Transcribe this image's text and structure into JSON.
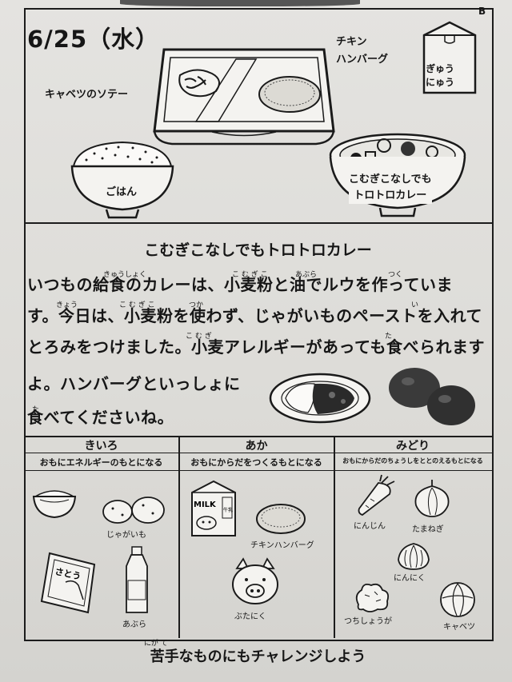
{
  "corner_letter": "B",
  "date": "6/25（水）",
  "menu": {
    "side_dish": "キャベツのソテー",
    "main_dish": "チキン\nハンバーグ",
    "milk": "ぎゅう\nにゅう",
    "rice": "ごはん",
    "curry": "こむぎこなしでも\nトロトロカレー"
  },
  "feature": {
    "title": "こむぎこなしでもトロトロカレー",
    "lines": [
      "いつもの給食のカレーは、小麦粉と油でルウを作っていま",
      "す。今日は、小麦粉を使わず、じゃがいものペーストを入れて",
      "とろみをつけました。小麦アレルギーがあっても食べられます",
      "よ。ハンバーグといっしょに",
      "食べてくださいね。"
    ],
    "ruby": {
      "kyuushoku": "きゅうしょく",
      "komugiko1": "こ む ぎ こ",
      "abura": "あぶら",
      "tsuku": "つく",
      "kyou": "きょう",
      "komugiko2": "こ む ぎ こ",
      "tsuka": "つか",
      "i": "い",
      "komugi": "こ む ぎ",
      "ta1": "た",
      "ta2": "た"
    }
  },
  "groups": [
    {
      "name": "きいろ",
      "role": "おもにエネルギーのもとになる",
      "foods": [
        "じゃがいも",
        "あぶら"
      ]
    },
    {
      "name": "あか",
      "role": "おもにからだをつくるもとになる",
      "foods": [
        "チキンハンバーグ",
        "ぶたにく"
      ]
    },
    {
      "name": "みどり",
      "role": "おもにからだのちょうしをととのえるもとになる",
      "foods": [
        "にんじん",
        "たまねぎ",
        "にんにく",
        "つちしょうが",
        "キャベツ"
      ]
    }
  ],
  "package_labels": {
    "sugar": "さとう",
    "milk_carton": "MILK",
    "carton_side": "牛乳"
  },
  "slogan": {
    "text": "苦手なものにもチャレンジしよう",
    "ruby": "にが て"
  }
}
